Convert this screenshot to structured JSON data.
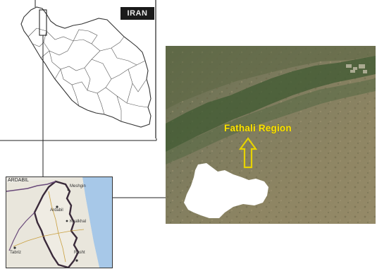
{
  "iran_map": {
    "label": "IRAN"
  },
  "province_map": {
    "label": "ARDABIL",
    "cities": [
      {
        "name": "Tabriz"
      },
      {
        "name": "Ardabil"
      },
      {
        "name": "Rasht"
      },
      {
        "name": "Meshgin"
      },
      {
        "name": "Khalkhal"
      }
    ]
  },
  "satellite_map": {
    "region_label": "Fathali Region",
    "arrow_direction": "up",
    "colors": {
      "label": "#ffe400",
      "arrow": "#e6d200",
      "study_area": "#ffffff"
    }
  }
}
